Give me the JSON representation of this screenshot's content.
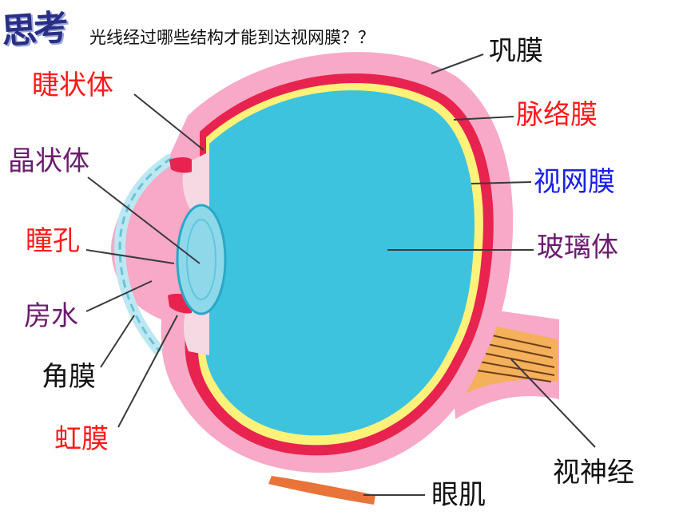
{
  "badge": "思考",
  "prompt": "光线经过哪些结构才能到达视网膜？？",
  "labels": {
    "ciliary_body": "睫状体",
    "lens": "晶状体",
    "pupil": "瞳孔",
    "aqueous_humor": "房水",
    "cornea": "角膜",
    "iris": "虹膜",
    "sclera": "巩膜",
    "choroid": "脉络膜",
    "retina": "视网膜",
    "vitreous_body": "玻璃体",
    "optic_nerve": "视神经",
    "eye_muscle": "眼肌"
  },
  "colors": {
    "red_label": "#ff1a1a",
    "purple_label": "#6b1c6e",
    "blue_label": "#1a20e6",
    "sclera": "#f7a9c7",
    "choroid": "#e8234f",
    "retina": "#fff27a",
    "vitreous": "#3ec3df",
    "muscle": "#e8743a"
  }
}
